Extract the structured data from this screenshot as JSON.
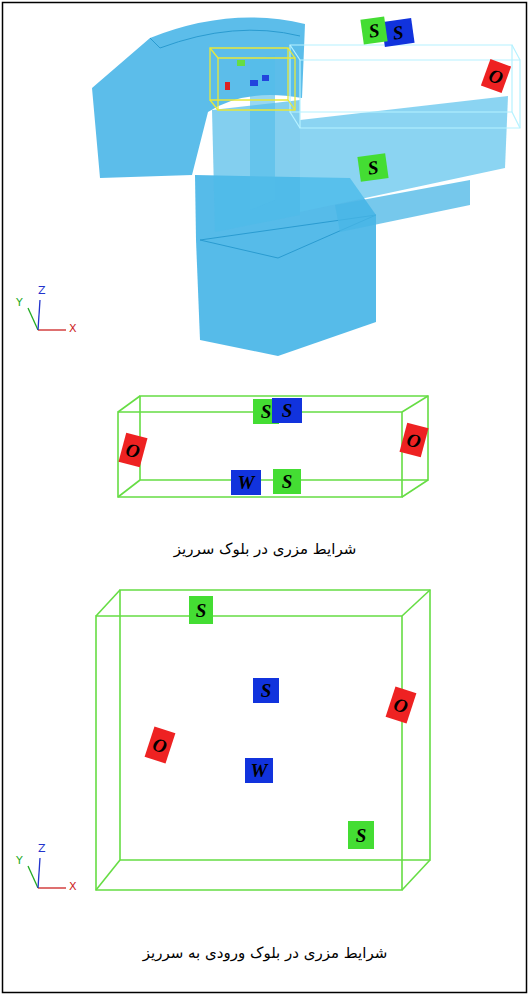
{
  "diagram": {
    "nodes": [
      {
        "text": [
          "S"
        ]
      },
      {
        "text": [
          "S"
        ]
      },
      {
        "text": [
          "O"
        ]
      },
      {
        "text": [
          "S"
        ]
      },
      {
        "text": [
          "O"
        ]
      },
      {
        "text": [
          "S"
        ]
      },
      {
        "text": [
          "S"
        ]
      },
      {
        "text": [
          "O"
        ]
      },
      {
        "text": [
          "W"
        ]
      },
      {
        "text": [
          "S"
        ]
      },
      {
        "text": [
          "S"
        ]
      },
      {
        "text": [
          "S"
        ]
      },
      {
        "text": [
          "O"
        ]
      },
      {
        "text": [
          "O"
        ]
      },
      {
        "text": [
          "W"
        ]
      },
      {
        "text": [
          "S"
        ]
      }
    ],
    "labels": [
      "Y",
      "Z",
      "X",
      "شرایط مزری در بلوک سرریز",
      "Y",
      "Z",
      "X",
      "شرایط مزری در بلوک ورودی به سرریز"
    ]
  }
}
